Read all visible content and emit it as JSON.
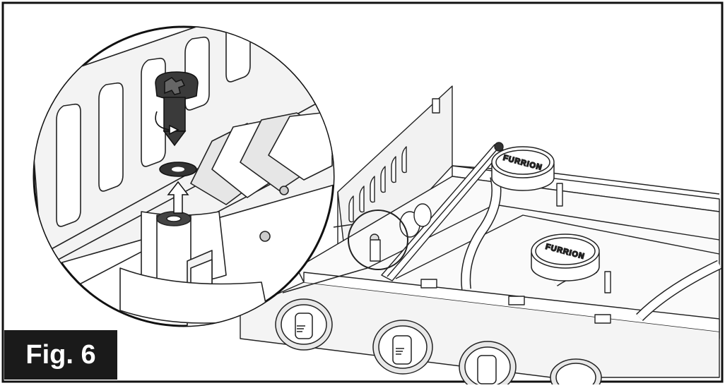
{
  "figure": {
    "label": "Fig. 6"
  },
  "burner_caps": [
    {
      "brand": "FURRION"
    },
    {
      "brand": "FURRION"
    }
  ],
  "icons": {
    "screw": "screw-icon",
    "washer": "washer-icon",
    "rotation_arrow": "rotation-arrow-icon",
    "lift_arrow": "up-arrow-icon"
  }
}
